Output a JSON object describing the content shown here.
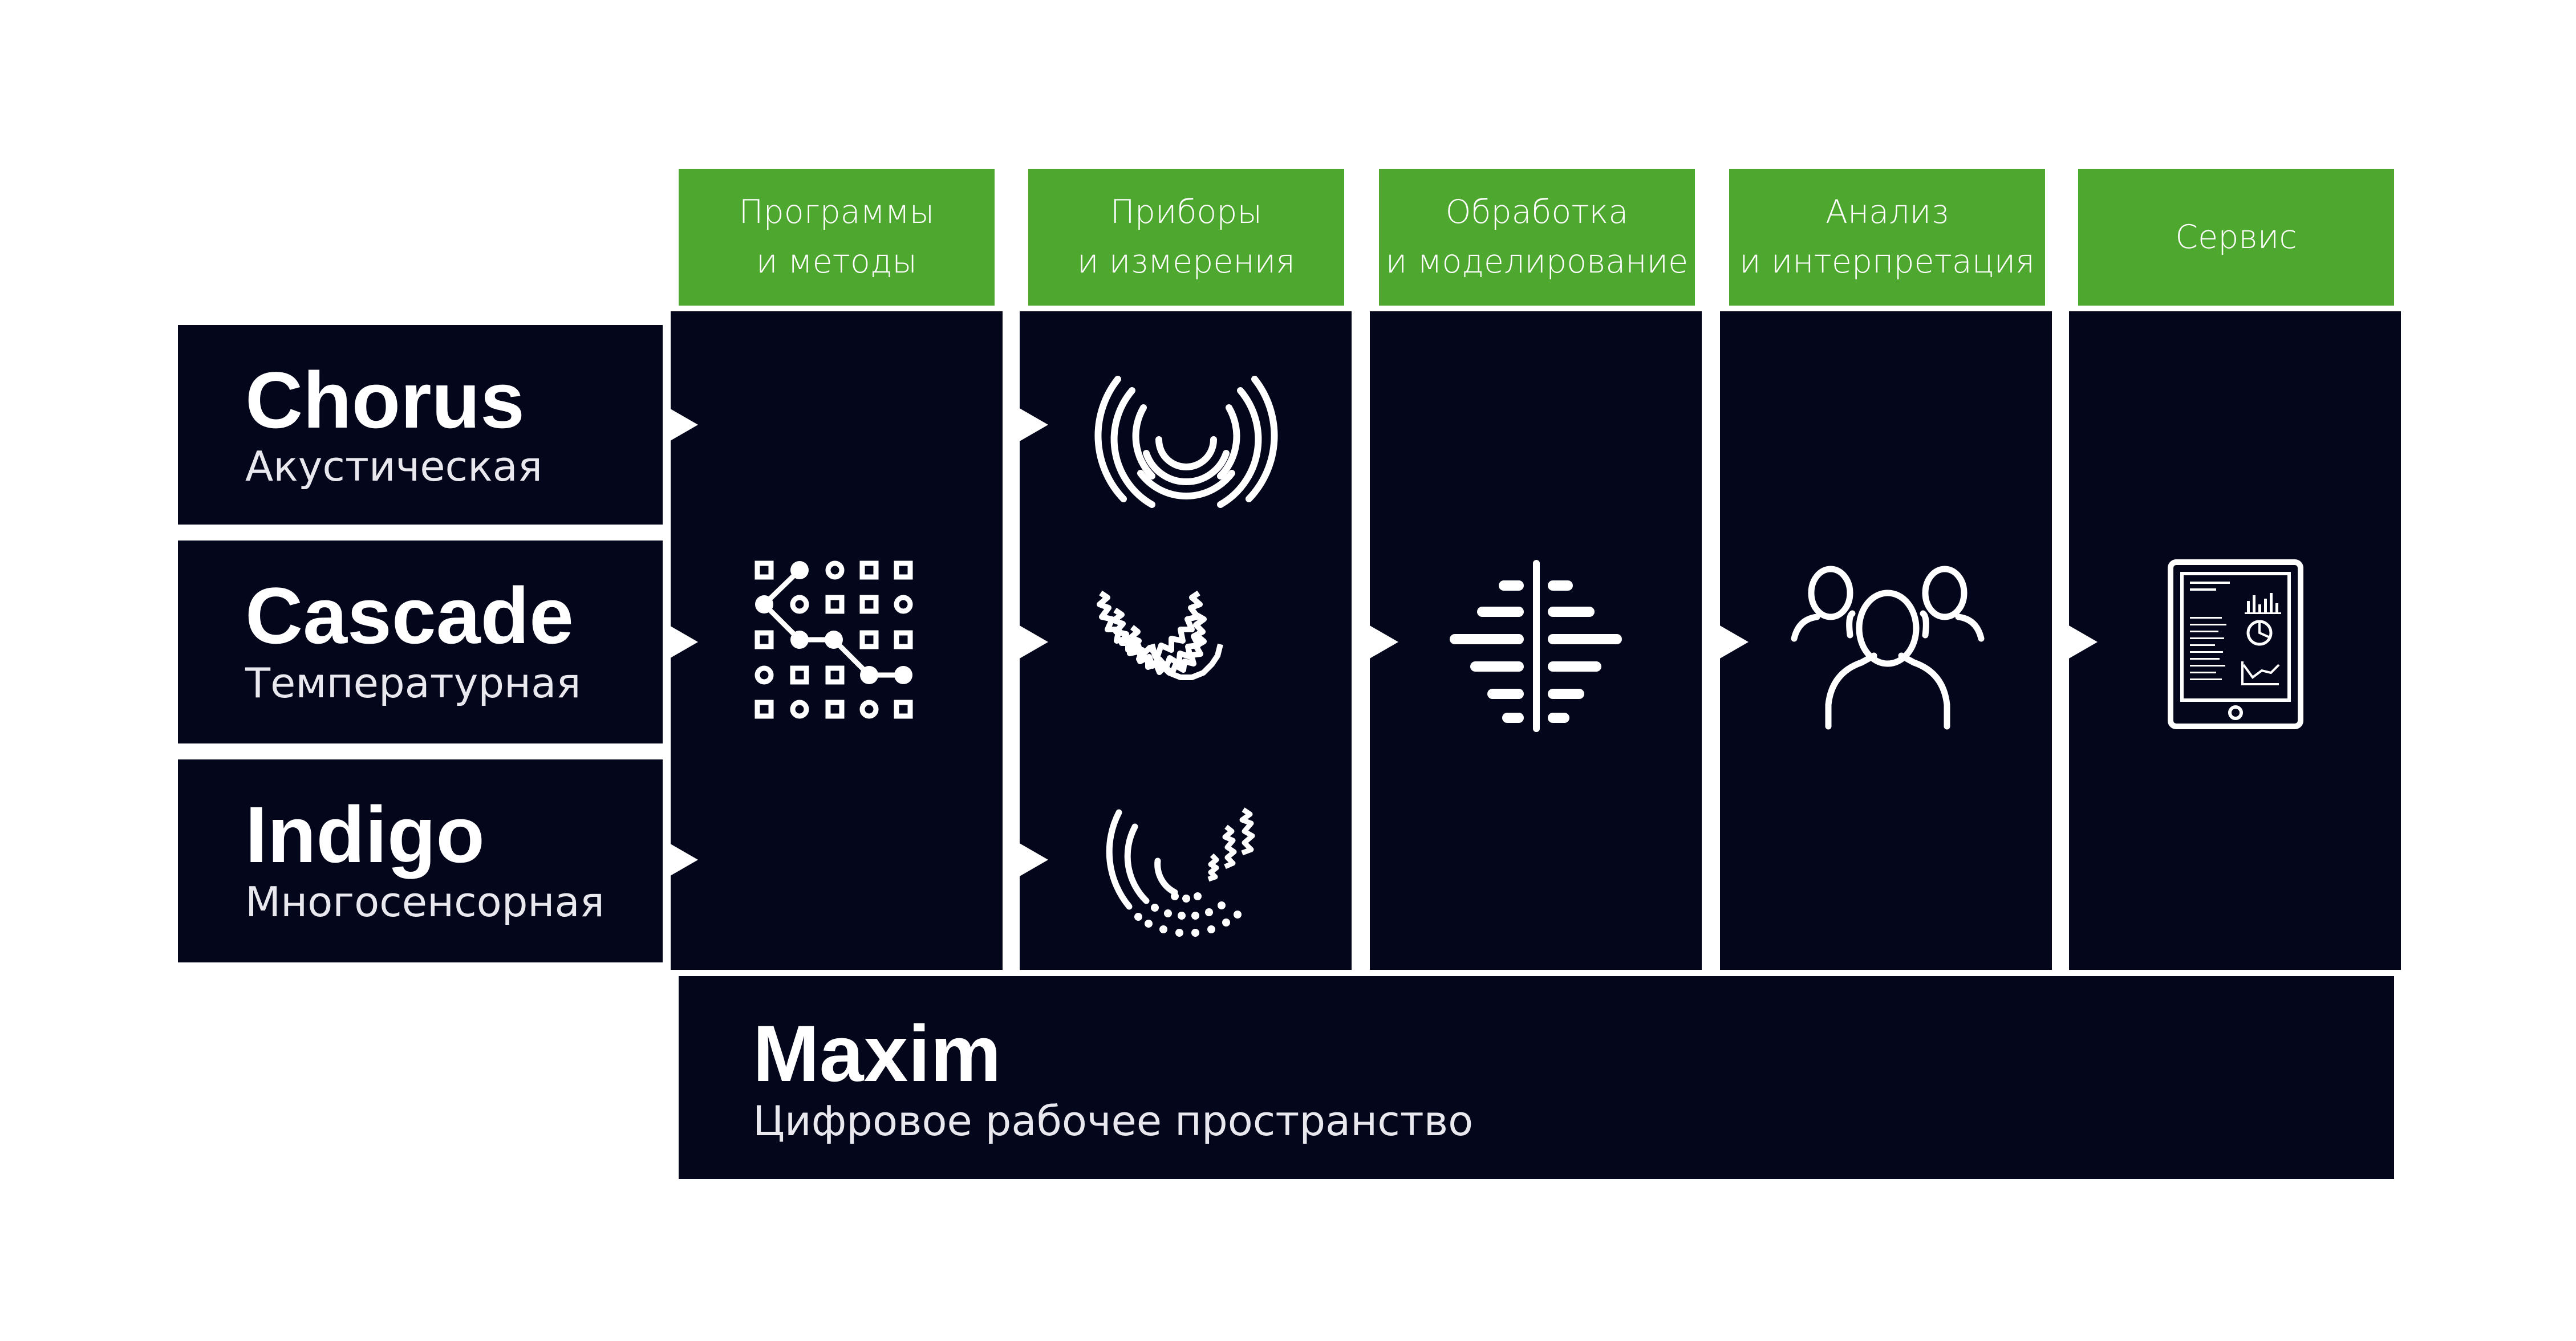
{
  "header": {
    "programs": {
      "line1": "Программы",
      "line2": "и методы"
    },
    "devices": {
      "line1": "Приборы",
      "line2": "и измерения"
    },
    "processing": {
      "line1": "Обработка",
      "line2": "и моделирование"
    },
    "analysis": {
      "line1": "Анализ",
      "line2": "и интерпретация"
    },
    "service": {
      "line1": "Сервис"
    }
  },
  "products": [
    {
      "name": "Chorus",
      "subtitle": "Акустическая"
    },
    {
      "name": "Cascade",
      "subtitle": "Температурная"
    },
    {
      "name": "Indigo",
      "subtitle": "Многосенсорная"
    }
  ],
  "workspace": {
    "name": "Maxim",
    "subtitle": "Цифровое рабочее пространство"
  },
  "colors": {
    "accent_green": "#4ea72e",
    "panel_dark": "#04061b",
    "foreground": "#ffffff"
  },
  "icons": {
    "programs": "node-grid-icon",
    "devices": [
      "acoustic-wave-icon",
      "zigzag-wave-icon",
      "multisensor-wave-icon"
    ],
    "processing": "data-processing-icon",
    "analysis": "people-group-icon",
    "service": "tablet-dashboard-icon"
  }
}
